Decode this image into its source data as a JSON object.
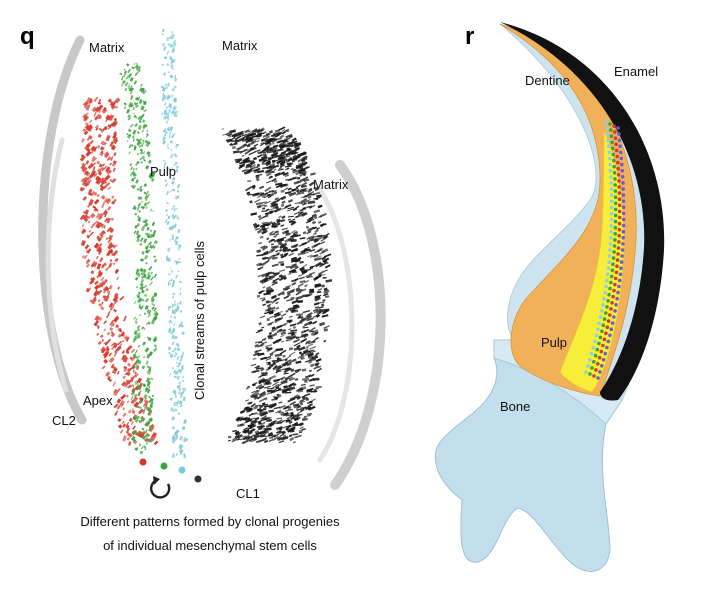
{
  "panel_q": {
    "letter": "q",
    "labels": {
      "matrix_top_left": "Matrix",
      "matrix_top_right": "Matrix",
      "pulp": "Pulp",
      "matrix_right": "Matrix",
      "clonal_streams": "Clonal streams of pulp cells",
      "apex": "Apex",
      "cl2": "CL2",
      "cl1": "CL1"
    },
    "caption_line1": "Different patterns formed by clonal progenies",
    "caption_line2": "of individual mesenchymal stem cells",
    "clone_colors": {
      "red": "#d63a2c",
      "green": "#3aa33a",
      "cyan": "#7ec9dc",
      "black": "#1a1a1a"
    }
  },
  "panel_r": {
    "letter": "r",
    "labels": {
      "dentine": "Dentine",
      "enamel": "Enamel",
      "pulp": "Pulp",
      "bone": "Bone"
    },
    "colors": {
      "bone": "#c3dfec",
      "dentine": "#f1b15a",
      "enamel": "#111111",
      "pulp": "#f7ee3c"
    }
  }
}
